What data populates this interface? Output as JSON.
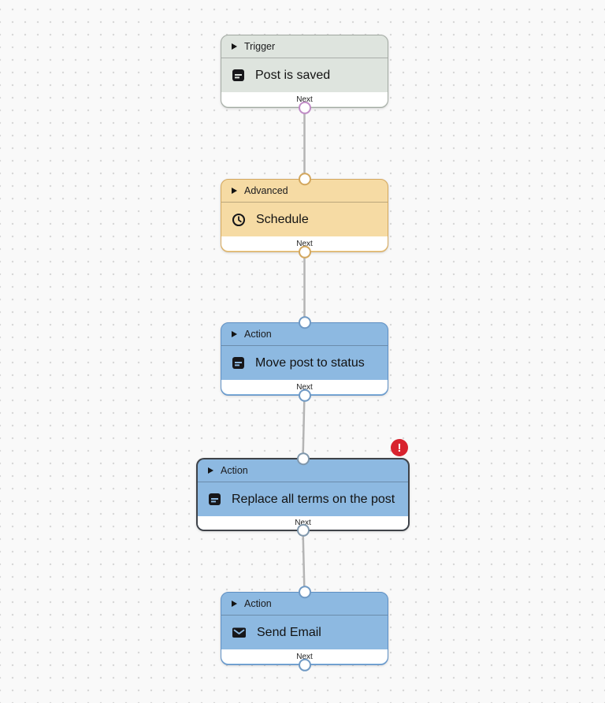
{
  "canvas": {
    "background_color": "#f9f9f9",
    "dot_color": "#d7d7d7",
    "connector_line_color": "#b4b4b4"
  },
  "colors": {
    "trigger_fill": "#dee4de",
    "trigger_border": "#a2a9a2",
    "advanced_fill": "#f6dba4",
    "advanced_border": "#d3a75e",
    "action_fill": "#8db9e1",
    "action_border": "#5e8fc4",
    "selected_border": "#3e4248",
    "trigger_port": "#c08cc6",
    "error_badge": "#d8232e",
    "footer_bg": "#ffffff"
  },
  "nodes": [
    {
      "category": "Trigger",
      "label": "Post is saved",
      "icon": "post-icon",
      "next_label": "Next",
      "theme": "trigger",
      "error": false
    },
    {
      "category": "Advanced",
      "label": "Schedule",
      "icon": "clock-icon",
      "next_label": "Next",
      "theme": "advanced",
      "error": false
    },
    {
      "category": "Action",
      "label": "Move post to status",
      "icon": "post-icon",
      "next_label": "Next",
      "theme": "action",
      "error": false
    },
    {
      "category": "Action",
      "label": "Replace all terms on the post",
      "icon": "post-icon",
      "next_label": "Next",
      "theme": "action",
      "error": true,
      "badge": "!"
    },
    {
      "category": "Action",
      "label": "Send Email",
      "icon": "email-icon",
      "next_label": "Next",
      "theme": "action",
      "error": false
    }
  ]
}
